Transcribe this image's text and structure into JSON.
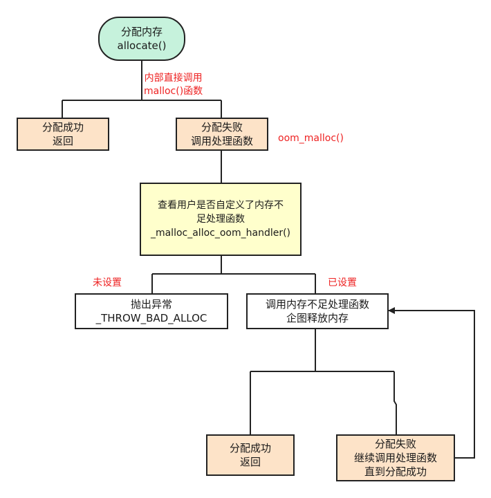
{
  "nodes": {
    "start": {
      "line1": "分配内存",
      "line2": "allocate()"
    },
    "success_top": {
      "line1": "分配成功",
      "line2": "返回"
    },
    "fail_top": {
      "line1": "分配失败",
      "line2": "调用处理函数"
    },
    "check": {
      "line1": "查看用户是否自定义了内存不",
      "line2": "足处理函数",
      "line3": "_malloc_alloc_oom_handler()"
    },
    "throw": {
      "line1": "抛出异常",
      "line2": "_THROW_BAD_ALLOC"
    },
    "handler": {
      "line1": "调用内存不足处理函数",
      "line2": "企图释放内存"
    },
    "success_bottom": {
      "line1": "分配成功",
      "line2": "返回"
    },
    "fail_bottom": {
      "line1": "分配失败",
      "line2": "继续调用处理函数",
      "line3": "直到分配成功"
    }
  },
  "labels": {
    "internal_line1": "内部直接调用",
    "internal_line2": "malloc()函数",
    "oom_malloc": "oom_malloc()",
    "not_set": "未设置",
    "set": "已设置"
  },
  "colors": {
    "start_fill": "#c6f2dc",
    "success_fill": "#fde3c8",
    "check_fill": "#ffffcc",
    "label_red": "#ee2222",
    "line": "#222222"
  }
}
